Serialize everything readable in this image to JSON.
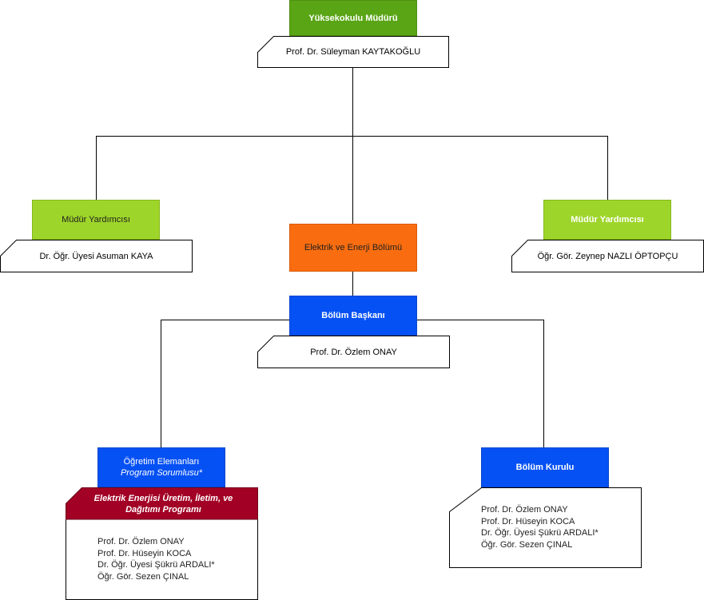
{
  "director": {
    "title": "Yüksekokulu Müdürü",
    "name": "Prof. Dr. Süleyman KAYTAKOĞLU"
  },
  "deputy_left": {
    "title": "Müdür Yardımcısı",
    "name": "Dr. Öğr. Üyesi Asuman KAYA"
  },
  "deputy_right": {
    "title": "Müdür Yardımcısı",
    "name": "Öğr. Gör. Zeynep NAZLI ÖPTOPÇU"
  },
  "department": {
    "title": "Elektrik ve Enerji Bölümü"
  },
  "head": {
    "title": "Bölüm Başkanı",
    "name": "Prof. Dr. Özlem ONAY"
  },
  "faculty": {
    "title_line1": "Öğretim Elemanları",
    "title_line2": "Program Sorumlusu*",
    "program_line1": "Elektrik Enerjisi Üretim, İletim, ve",
    "program_line2": "Dağıtımı Programı",
    "members": [
      "Prof. Dr. Özlem ONAY",
      "Prof. Dr. Hüseyin KOCA",
      "Dr. Öğr. Üyesi Şükrü ARDALI*",
      "Öğr. Gör. Sezen ÇINAL"
    ]
  },
  "council": {
    "title": "Bölüm Kurulu",
    "members": [
      "Prof. Dr. Özlem ONAY",
      "Prof. Dr. Hüseyin KOCA",
      "Dr. Öğr. Üyesi Şükrü ARDALI*",
      "Öğr. Gör. Sezen ÇINAL"
    ]
  },
  "colors": {
    "director": "#5aa516",
    "deputy": "#9ed52a",
    "department": "#f96d10",
    "blue": "#0651f4",
    "program": "#a20025"
  }
}
